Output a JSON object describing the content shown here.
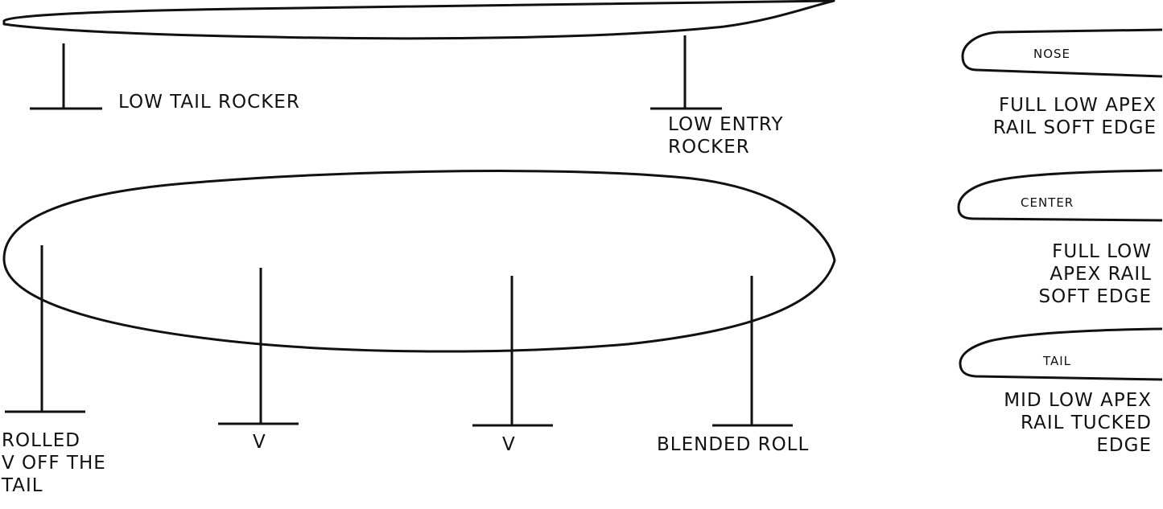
{
  "colors": {
    "line": "#111111",
    "background": "#ffffff"
  },
  "rocker": {
    "tail_label": "LOW TAIL ROCKER",
    "entry_label": [
      "LOW  ENTRY",
      "ROCKER"
    ]
  },
  "bottom_contours": {
    "tail_label": [
      "ROLLED",
      "V OFF THE",
      "TAIL"
    ],
    "v1_label": "V",
    "v2_label": "V",
    "nose_label": "BLENDED ROLL"
  },
  "rails": {
    "nose": {
      "tag": "NOSE",
      "label": [
        "FULL LOW APEX",
        "RAIL SOFT EDGE"
      ]
    },
    "center": {
      "tag": "CENTER",
      "label": [
        "FULL LOW",
        "APEX RAIL",
        "SOFT EDGE"
      ]
    },
    "tail": {
      "tag": "TAIL",
      "label": [
        "MID LOW APEX",
        "RAIL TUCKED",
        "EDGE"
      ]
    }
  }
}
